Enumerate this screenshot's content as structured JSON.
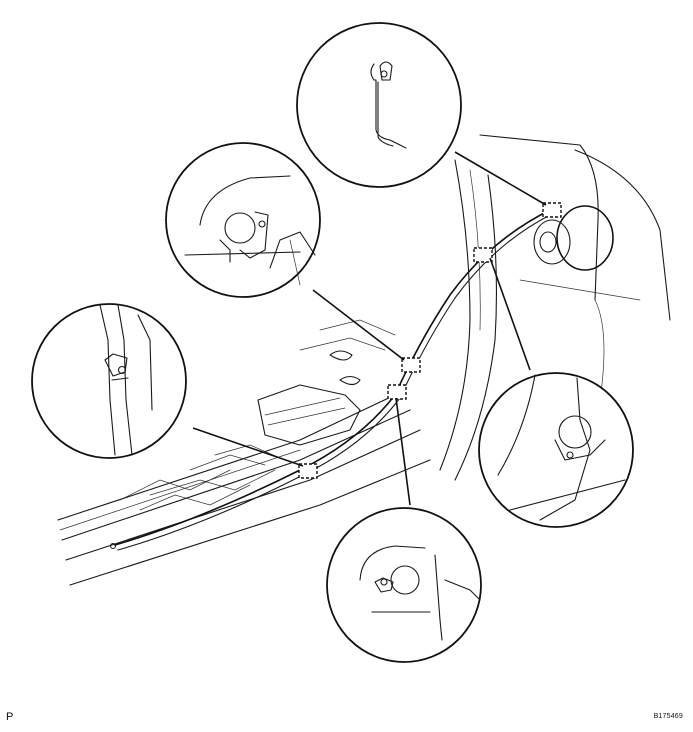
{
  "page_letter": "P",
  "figure_code": "B175469",
  "diagram": {
    "description_items": [
      {
        "id": "clip-1",
        "icon": "clip-icon"
      },
      {
        "id": "clip-2",
        "icon": "clip-icon"
      },
      {
        "id": "clip-3",
        "icon": "clip-icon"
      },
      {
        "id": "clip-4",
        "icon": "clip-icon"
      },
      {
        "id": "clip-5",
        "icon": "clip-icon"
      },
      {
        "id": "clip-6",
        "icon": "clip-icon"
      }
    ]
  }
}
